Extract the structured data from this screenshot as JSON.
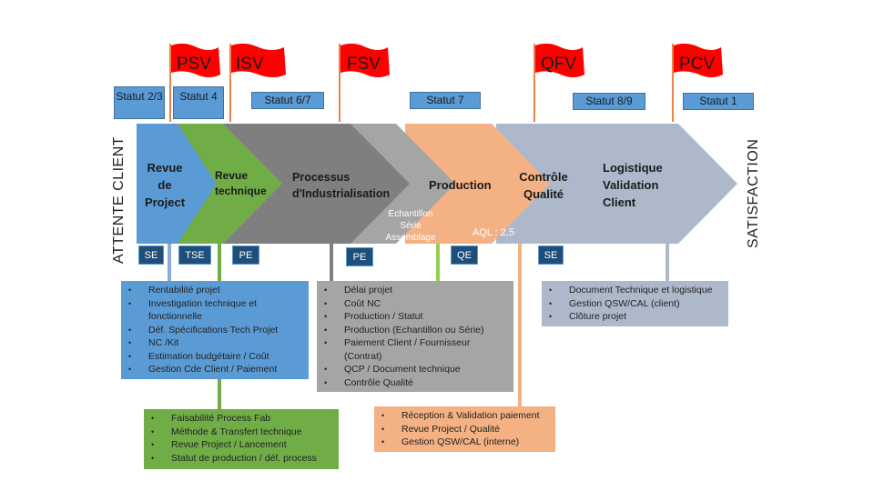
{
  "colors": {
    "blue": "#5b9bd5",
    "green": "#70ad47",
    "gray_dark": "#7f7f7f",
    "gray_light": "#a5a5a5",
    "orange": "#f4b183",
    "steel": "#adb9ca",
    "navy": "#1f4e79",
    "flag_red": "#ff0000"
  },
  "side_labels": {
    "left": "ATTENTE CLIENT",
    "right": "SATISFACTION"
  },
  "flags": [
    "PSV",
    "ISV",
    "FSV",
    "QFV",
    "PCV"
  ],
  "statuts": {
    "s1": "Statut 2/3",
    "s2": "Statut 4",
    "s3": "Statut 6/7",
    "s4": "Statut 7",
    "s5": "Statut 8/9",
    "s6": "Statut 1"
  },
  "stages": {
    "revue_project": "Revue de Project",
    "revue_technique": "Revue technique",
    "processus": "Processus d'Industrialisation",
    "production": "Production",
    "controle": "Contrôle Qualité",
    "logistique": "Logistique Validation Client"
  },
  "sub_labels": {
    "echantillon": "Echantillon Série Assemblage",
    "aql": "AQL : 2.5"
  },
  "tags": [
    "SE",
    "TSE",
    "PE",
    "PE",
    "QE",
    "SE"
  ],
  "boxes": {
    "blue": [
      "Rentabilité projet",
      "Investigation technique et fonctionnelle",
      "Déf. Spécifications Tech Projet",
      "NC /Kit",
      "Estimation budgétaire / Coût",
      "Gestion Cde Client / Paiement"
    ],
    "green": [
      "Faisabilité Process  Fab",
      "Méthode & Transfert technique",
      "Revue Project / Lancement",
      "Statut de production / déf. process"
    ],
    "gray": [
      "Délai projet",
      "Coût NC",
      "Production / Statut",
      "Production (Echantillon ou Série)",
      "Paiement Client / Fournisseur (Contrat)",
      "QCP / Document technique",
      "Contrôle Qualité"
    ],
    "orange": [
      "Réception & Validation paiement",
      "Revue Project / Qualité",
      "Gestion QSW/CAL (interne)"
    ],
    "steel": [
      "Document Technique et logistique",
      "Gestion QSW/CAL (client)",
      "Clôture projet"
    ]
  }
}
